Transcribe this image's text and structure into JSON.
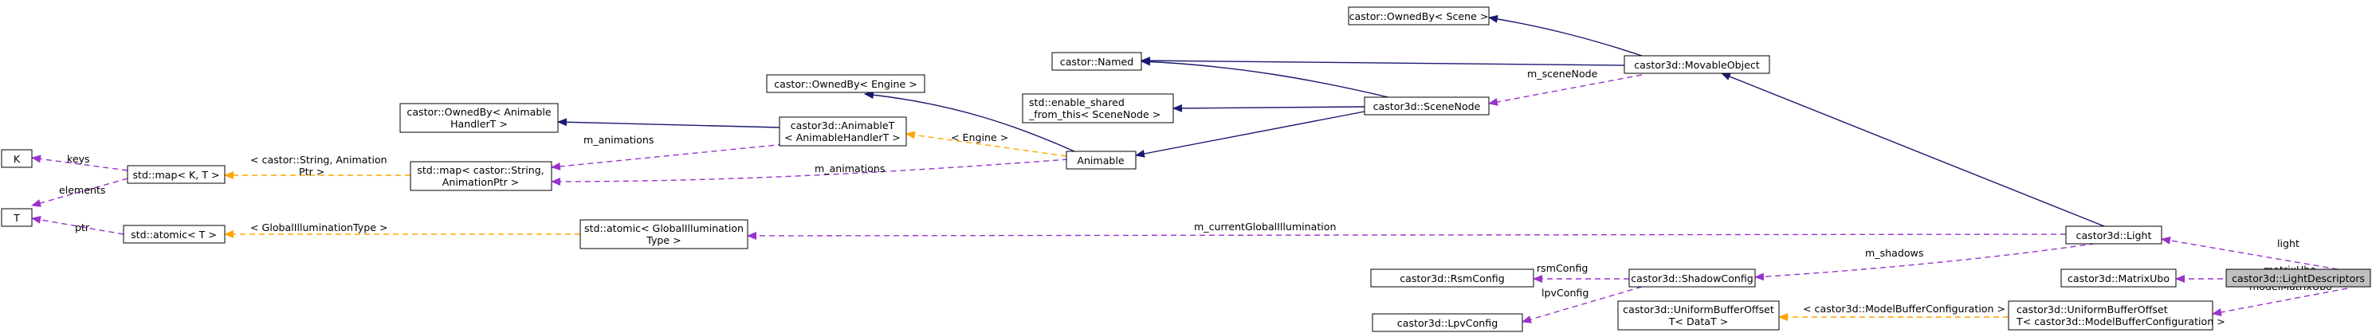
{
  "nodes": {
    "k": "K",
    "t": "T",
    "map_kt": "std::map< K, T >",
    "atomic_t": "std::atomic< T >",
    "ownedby_animable_l1": "castor::OwnedBy< Animable",
    "ownedby_animable_l2": "HandlerT >",
    "map_anim_l1": "std::map< castor::String,",
    "map_anim_l2": "AnimationPtr >",
    "ownedby_engine": "castor::OwnedBy< Engine >",
    "animable_t_l1": "castor3d::AnimableT",
    "animable_t_l2": "< AnimableHandlerT >",
    "atomic_gi_l1": "std::atomic< GlobalIllumination",
    "atomic_gi_l2": "Type >",
    "animable": "Animable",
    "named": "castor::Named",
    "enable_shared_l1": "std::enable_shared",
    "enable_shared_l2": "_from_this< SceneNode >",
    "ownedby_scene": "castor::OwnedBy< Scene >",
    "scenenode": "castor3d::SceneNode",
    "movable": "castor3d::MovableObject",
    "light": "castor3d::Light",
    "rsm": "castor3d::RsmConfig",
    "shadow": "castor3d::ShadowConfig",
    "lpv": "castor3d::LpvConfig",
    "ubo_datat_l1": "castor3d::UniformBufferOffset",
    "ubo_datat_l2": "T< DataT >",
    "matrixubo": "castor3d::MatrixUbo",
    "ubo_model_l1": "castor3d::UniformBufferOffset",
    "ubo_model_l2": "T< castor3d::ModelBufferConfiguration >",
    "light_descriptors": "castor3d::LightDescriptors"
  },
  "edge_labels": {
    "keys": "keys",
    "elements": "elements",
    "ptr": "ptr",
    "str_anim_l1": "< castor::String, Animation",
    "str_anim_l2": "Ptr >",
    "m_animations_1": "m_animations",
    "m_animations_2": "m_animations",
    "engine": "< Engine >",
    "gi_type": "< GlobalIlluminationType >",
    "m_current_gi": "m_currentGlobalIllumination",
    "m_scene_node": "m_sceneNode",
    "m_shadows": "m_shadows",
    "rsm_config": "rsmConfig",
    "lpv_config": "lpvConfig",
    "light": "light",
    "matrix_ubo": "matrixUbo",
    "model_matrix_ubo": "modelMatrixUbo",
    "model_buffer_config": "< castor3d::ModelBufferConfiguration >"
  },
  "colors": {
    "inheritance_edge": "#191970",
    "usage_edge": "#9a32cd",
    "template_edge": "#ffa500",
    "highlight_node": "#bfbfbf"
  }
}
